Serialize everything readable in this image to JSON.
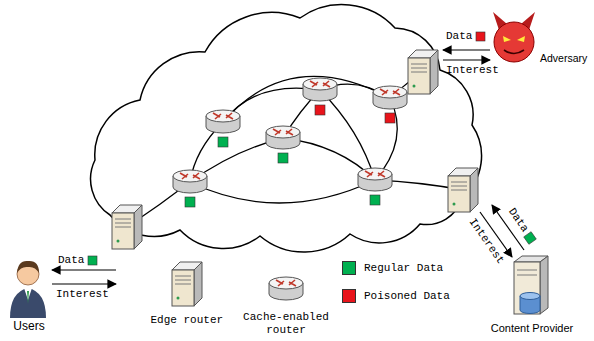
{
  "diagram": {
    "nodes": [
      {
        "text": [
          "Adversary"
        ]
      },
      {
        "text": [
          "Users"
        ]
      },
      {
        "text": [
          "Content Provider"
        ]
      }
    ],
    "labels": [
      "Data",
      "Interest",
      "Data",
      "Interest",
      "Data",
      "Interest"
    ],
    "legend": [
      {
        "text": "Edge router"
      },
      {
        "text": "Cache-enabled router"
      },
      {
        "text": "Regular Data",
        "color": "#00b050"
      },
      {
        "text": "Poisoned Data",
        "color": "#e8141b"
      }
    ]
  }
}
